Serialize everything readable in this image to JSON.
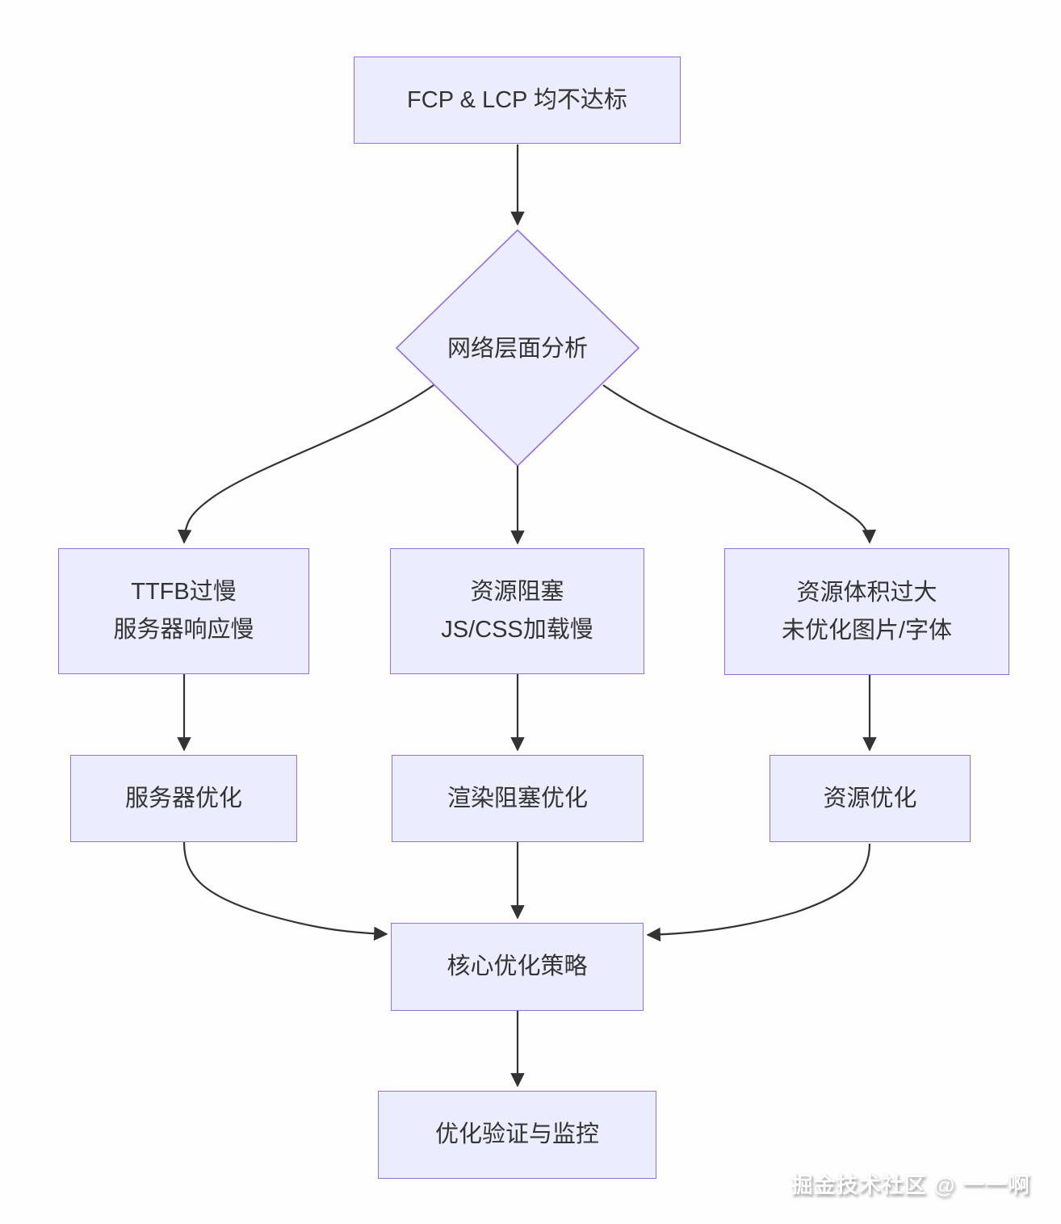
{
  "colors": {
    "node_fill": "#ECECFF",
    "node_border": "#9370DB",
    "edge": "#333333",
    "node_text": "#333333",
    "background": "#ffffff"
  },
  "nodes": {
    "start": {
      "label": "FCP & LCP 均不达标"
    },
    "decision": {
      "label": "网络层面分析"
    },
    "ttfb": {
      "line1": "TTFB过慢",
      "line2": "服务器响应慢"
    },
    "blocking": {
      "line1": "资源阻塞",
      "line2": "JS/CSS加载慢"
    },
    "oversize": {
      "line1": "资源体积过大",
      "line2": "未优化图片/字体"
    },
    "server_opt": {
      "label": "服务器优化"
    },
    "render_opt": {
      "label": "渲染阻塞优化"
    },
    "resource_opt": {
      "label": "资源优化"
    },
    "core": {
      "label": "核心优化策略"
    },
    "verify": {
      "label": "优化验证与监控"
    }
  },
  "watermark": {
    "text": "掘金技术社区 @ 一一啊"
  }
}
